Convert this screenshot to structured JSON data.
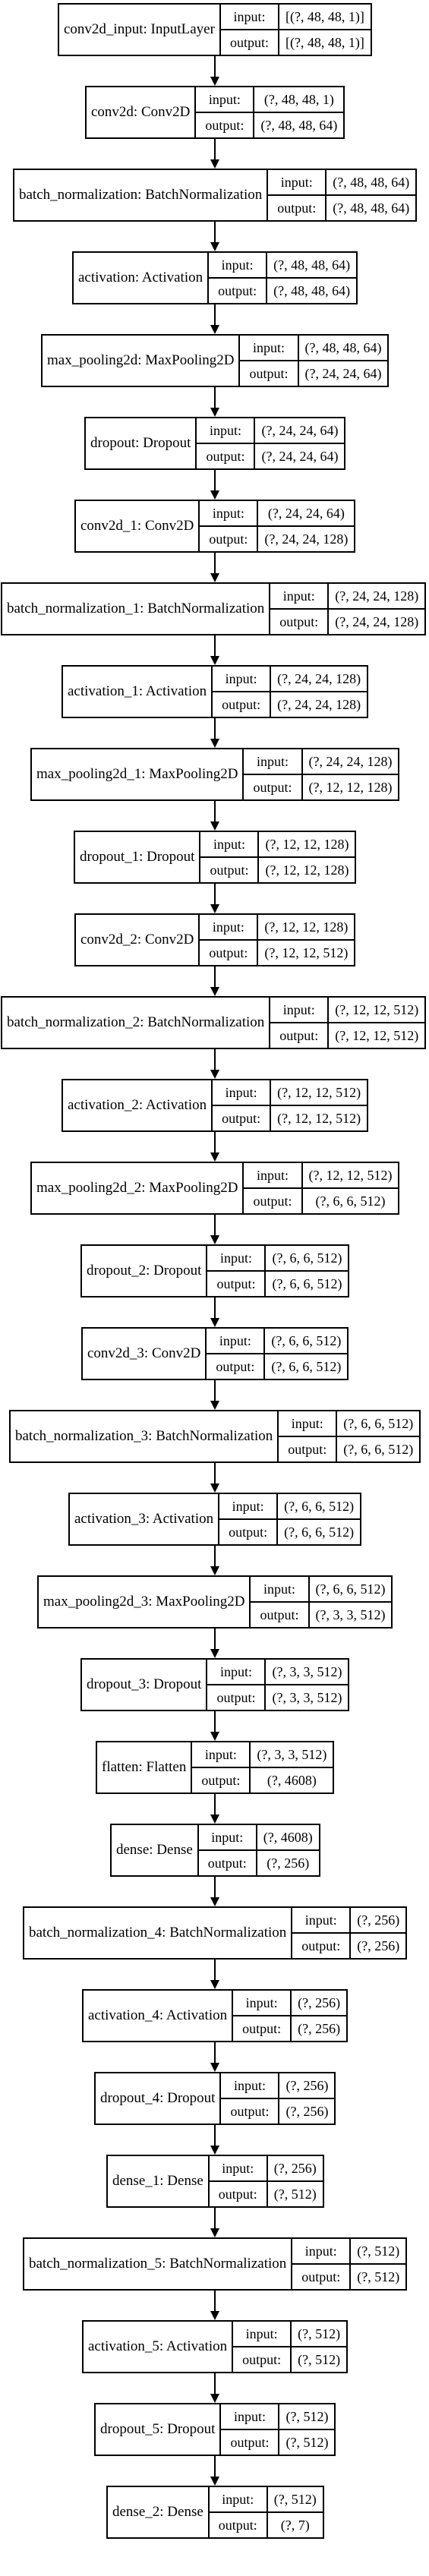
{
  "layers": [
    {
      "name": "conv2d_input: InputLayer",
      "input_label": "input:",
      "output_label": "output:",
      "input": "[(?, 48, 48, 1)]",
      "output": "[(?, 48, 48, 1)]"
    },
    {
      "name": "conv2d: Conv2D",
      "input_label": "input:",
      "output_label": "output:",
      "input": "(?, 48, 48, 1)",
      "output": "(?, 48, 48, 64)"
    },
    {
      "name": "batch_normalization: BatchNormalization",
      "input_label": "input:",
      "output_label": "output:",
      "input": "(?, 48, 48, 64)",
      "output": "(?, 48, 48, 64)"
    },
    {
      "name": "activation: Activation",
      "input_label": "input:",
      "output_label": "output:",
      "input": "(?, 48, 48, 64)",
      "output": "(?, 48, 48, 64)"
    },
    {
      "name": "max_pooling2d: MaxPooling2D",
      "input_label": "input:",
      "output_label": "output:",
      "input": "(?, 48, 48, 64)",
      "output": "(?, 24, 24, 64)"
    },
    {
      "name": "dropout: Dropout",
      "input_label": "input:",
      "output_label": "output:",
      "input": "(?, 24, 24, 64)",
      "output": "(?, 24, 24, 64)"
    },
    {
      "name": "conv2d_1: Conv2D",
      "input_label": "input:",
      "output_label": "output:",
      "input": "(?, 24, 24, 64)",
      "output": "(?, 24, 24, 128)"
    },
    {
      "name": "batch_normalization_1: BatchNormalization",
      "input_label": "input:",
      "output_label": "output:",
      "input": "(?, 24, 24, 128)",
      "output": "(?, 24, 24, 128)"
    },
    {
      "name": "activation_1: Activation",
      "input_label": "input:",
      "output_label": "output:",
      "input": "(?, 24, 24, 128)",
      "output": "(?, 24, 24, 128)"
    },
    {
      "name": "max_pooling2d_1: MaxPooling2D",
      "input_label": "input:",
      "output_label": "output:",
      "input": "(?, 24, 24, 128)",
      "output": "(?, 12, 12, 128)"
    },
    {
      "name": "dropout_1: Dropout",
      "input_label": "input:",
      "output_label": "output:",
      "input": "(?, 12, 12, 128)",
      "output": "(?, 12, 12, 128)"
    },
    {
      "name": "conv2d_2: Conv2D",
      "input_label": "input:",
      "output_label": "output:",
      "input": "(?, 12, 12, 128)",
      "output": "(?, 12, 12, 512)"
    },
    {
      "name": "batch_normalization_2: BatchNormalization",
      "input_label": "input:",
      "output_label": "output:",
      "input": "(?, 12, 12, 512)",
      "output": "(?, 12, 12, 512)"
    },
    {
      "name": "activation_2: Activation",
      "input_label": "input:",
      "output_label": "output:",
      "input": "(?, 12, 12, 512)",
      "output": "(?, 12, 12, 512)"
    },
    {
      "name": "max_pooling2d_2: MaxPooling2D",
      "input_label": "input:",
      "output_label": "output:",
      "input": "(?, 12, 12, 512)",
      "output": "(?, 6, 6, 512)"
    },
    {
      "name": "dropout_2: Dropout",
      "input_label": "input:",
      "output_label": "output:",
      "input": "(?, 6, 6, 512)",
      "output": "(?, 6, 6, 512)"
    },
    {
      "name": "conv2d_3: Conv2D",
      "input_label": "input:",
      "output_label": "output:",
      "input": "(?, 6, 6, 512)",
      "output": "(?, 6, 6, 512)"
    },
    {
      "name": "batch_normalization_3: BatchNormalization",
      "input_label": "input:",
      "output_label": "output:",
      "input": "(?, 6, 6, 512)",
      "output": "(?, 6, 6, 512)"
    },
    {
      "name": "activation_3: Activation",
      "input_label": "input:",
      "output_label": "output:",
      "input": "(?, 6, 6, 512)",
      "output": "(?, 6, 6, 512)"
    },
    {
      "name": "max_pooling2d_3: MaxPooling2D",
      "input_label": "input:",
      "output_label": "output:",
      "input": "(?, 6, 6, 512)",
      "output": "(?, 3, 3, 512)"
    },
    {
      "name": "dropout_3: Dropout",
      "input_label": "input:",
      "output_label": "output:",
      "input": "(?, 3, 3, 512)",
      "output": "(?, 3, 3, 512)"
    },
    {
      "name": "flatten: Flatten",
      "input_label": "input:",
      "output_label": "output:",
      "input": "(?, 3, 3, 512)",
      "output": "(?, 4608)"
    },
    {
      "name": "dense: Dense",
      "input_label": "input:",
      "output_label": "output:",
      "input": "(?, 4608)",
      "output": "(?, 256)"
    },
    {
      "name": "batch_normalization_4: BatchNormalization",
      "input_label": "input:",
      "output_label": "output:",
      "input": "(?, 256)",
      "output": "(?, 256)"
    },
    {
      "name": "activation_4: Activation",
      "input_label": "input:",
      "output_label": "output:",
      "input": "(?, 256)",
      "output": "(?, 256)"
    },
    {
      "name": "dropout_4: Dropout",
      "input_label": "input:",
      "output_label": "output:",
      "input": "(?, 256)",
      "output": "(?, 256)"
    },
    {
      "name": "dense_1: Dense",
      "input_label": "input:",
      "output_label": "output:",
      "input": "(?, 256)",
      "output": "(?, 512)"
    },
    {
      "name": "batch_normalization_5: BatchNormalization",
      "input_label": "input:",
      "output_label": "output:",
      "input": "(?, 512)",
      "output": "(?, 512)"
    },
    {
      "name": "activation_5: Activation",
      "input_label": "input:",
      "output_label": "output:",
      "input": "(?, 512)",
      "output": "(?, 512)"
    },
    {
      "name": "dropout_5: Dropout",
      "input_label": "input:",
      "output_label": "output:",
      "input": "(?, 512)",
      "output": "(?, 512)"
    },
    {
      "name": "dense_2: Dense",
      "input_label": "input:",
      "output_label": "output:",
      "input": "(?, 512)",
      "output": "(?, 7)"
    }
  ],
  "colors": {
    "stroke": "#000000",
    "background": "#ffffff"
  }
}
